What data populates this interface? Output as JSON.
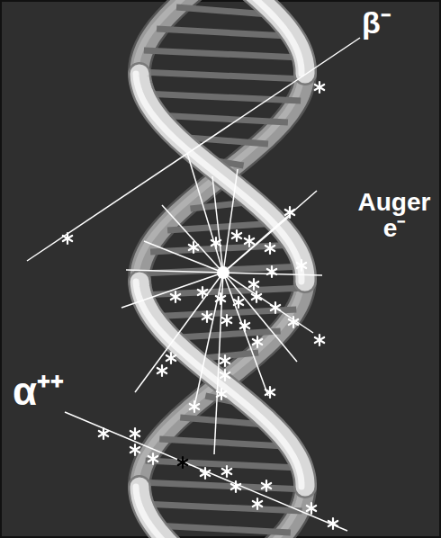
{
  "diagram": {
    "labels": [
      "β⁻",
      "Auger e⁻",
      "α⁺⁺"
    ]
  }
}
